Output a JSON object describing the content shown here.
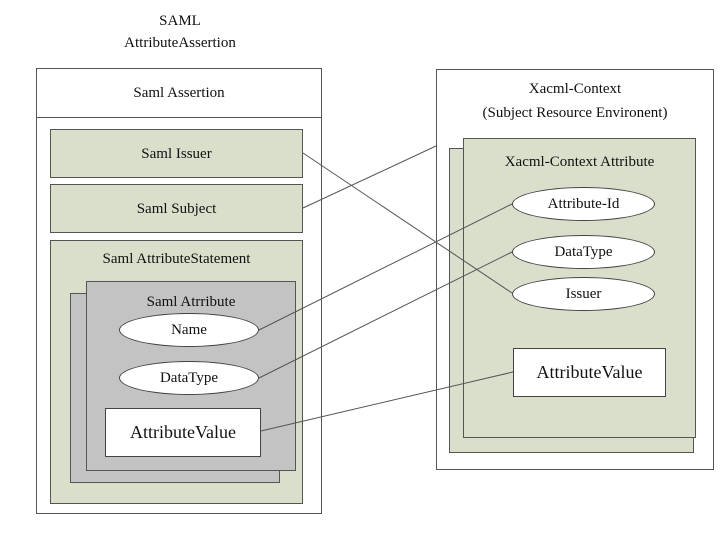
{
  "left": {
    "title_line1": "SAML",
    "title_line2": "AttributeAssertion",
    "header": "Saml Assertion",
    "issuer": "Saml  Issuer",
    "subject": "Saml  Subject",
    "statement": "Saml AttributeStatement",
    "attribute_title": "Saml  Atrribute",
    "name": "Name",
    "datatype": "DataType",
    "attribute_value": "AttributeValue"
  },
  "right": {
    "title_line1": "Xacml-Context",
    "title_line2": "(Subject Resource Environent)",
    "inner_title": "Xacml-Context  Attribute",
    "attribute_id": "Attribute-Id",
    "datatype": "DataType",
    "issuer": "Issuer",
    "attribute_value": "AttributeValue"
  },
  "colors": {
    "box_fill": "#dadfcb",
    "attr_fill": "#c3c3c3",
    "line": "#555555"
  }
}
